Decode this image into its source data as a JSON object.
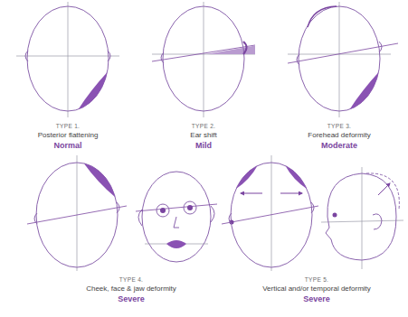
{
  "diagram": {
    "labels": [
      "TYPE 1.",
      "Posterior flattening",
      "Normal",
      "TYPE 2.",
      "Ear shift",
      "Mild",
      "TYPE 3.",
      "Forehead deformity",
      "Moderate",
      "TYPE 4.",
      "Cheek, face & jaw deformity",
      "Severe",
      "TYPE 5.",
      "Vertical and/or temporal deformity",
      "Severe"
    ]
  }
}
